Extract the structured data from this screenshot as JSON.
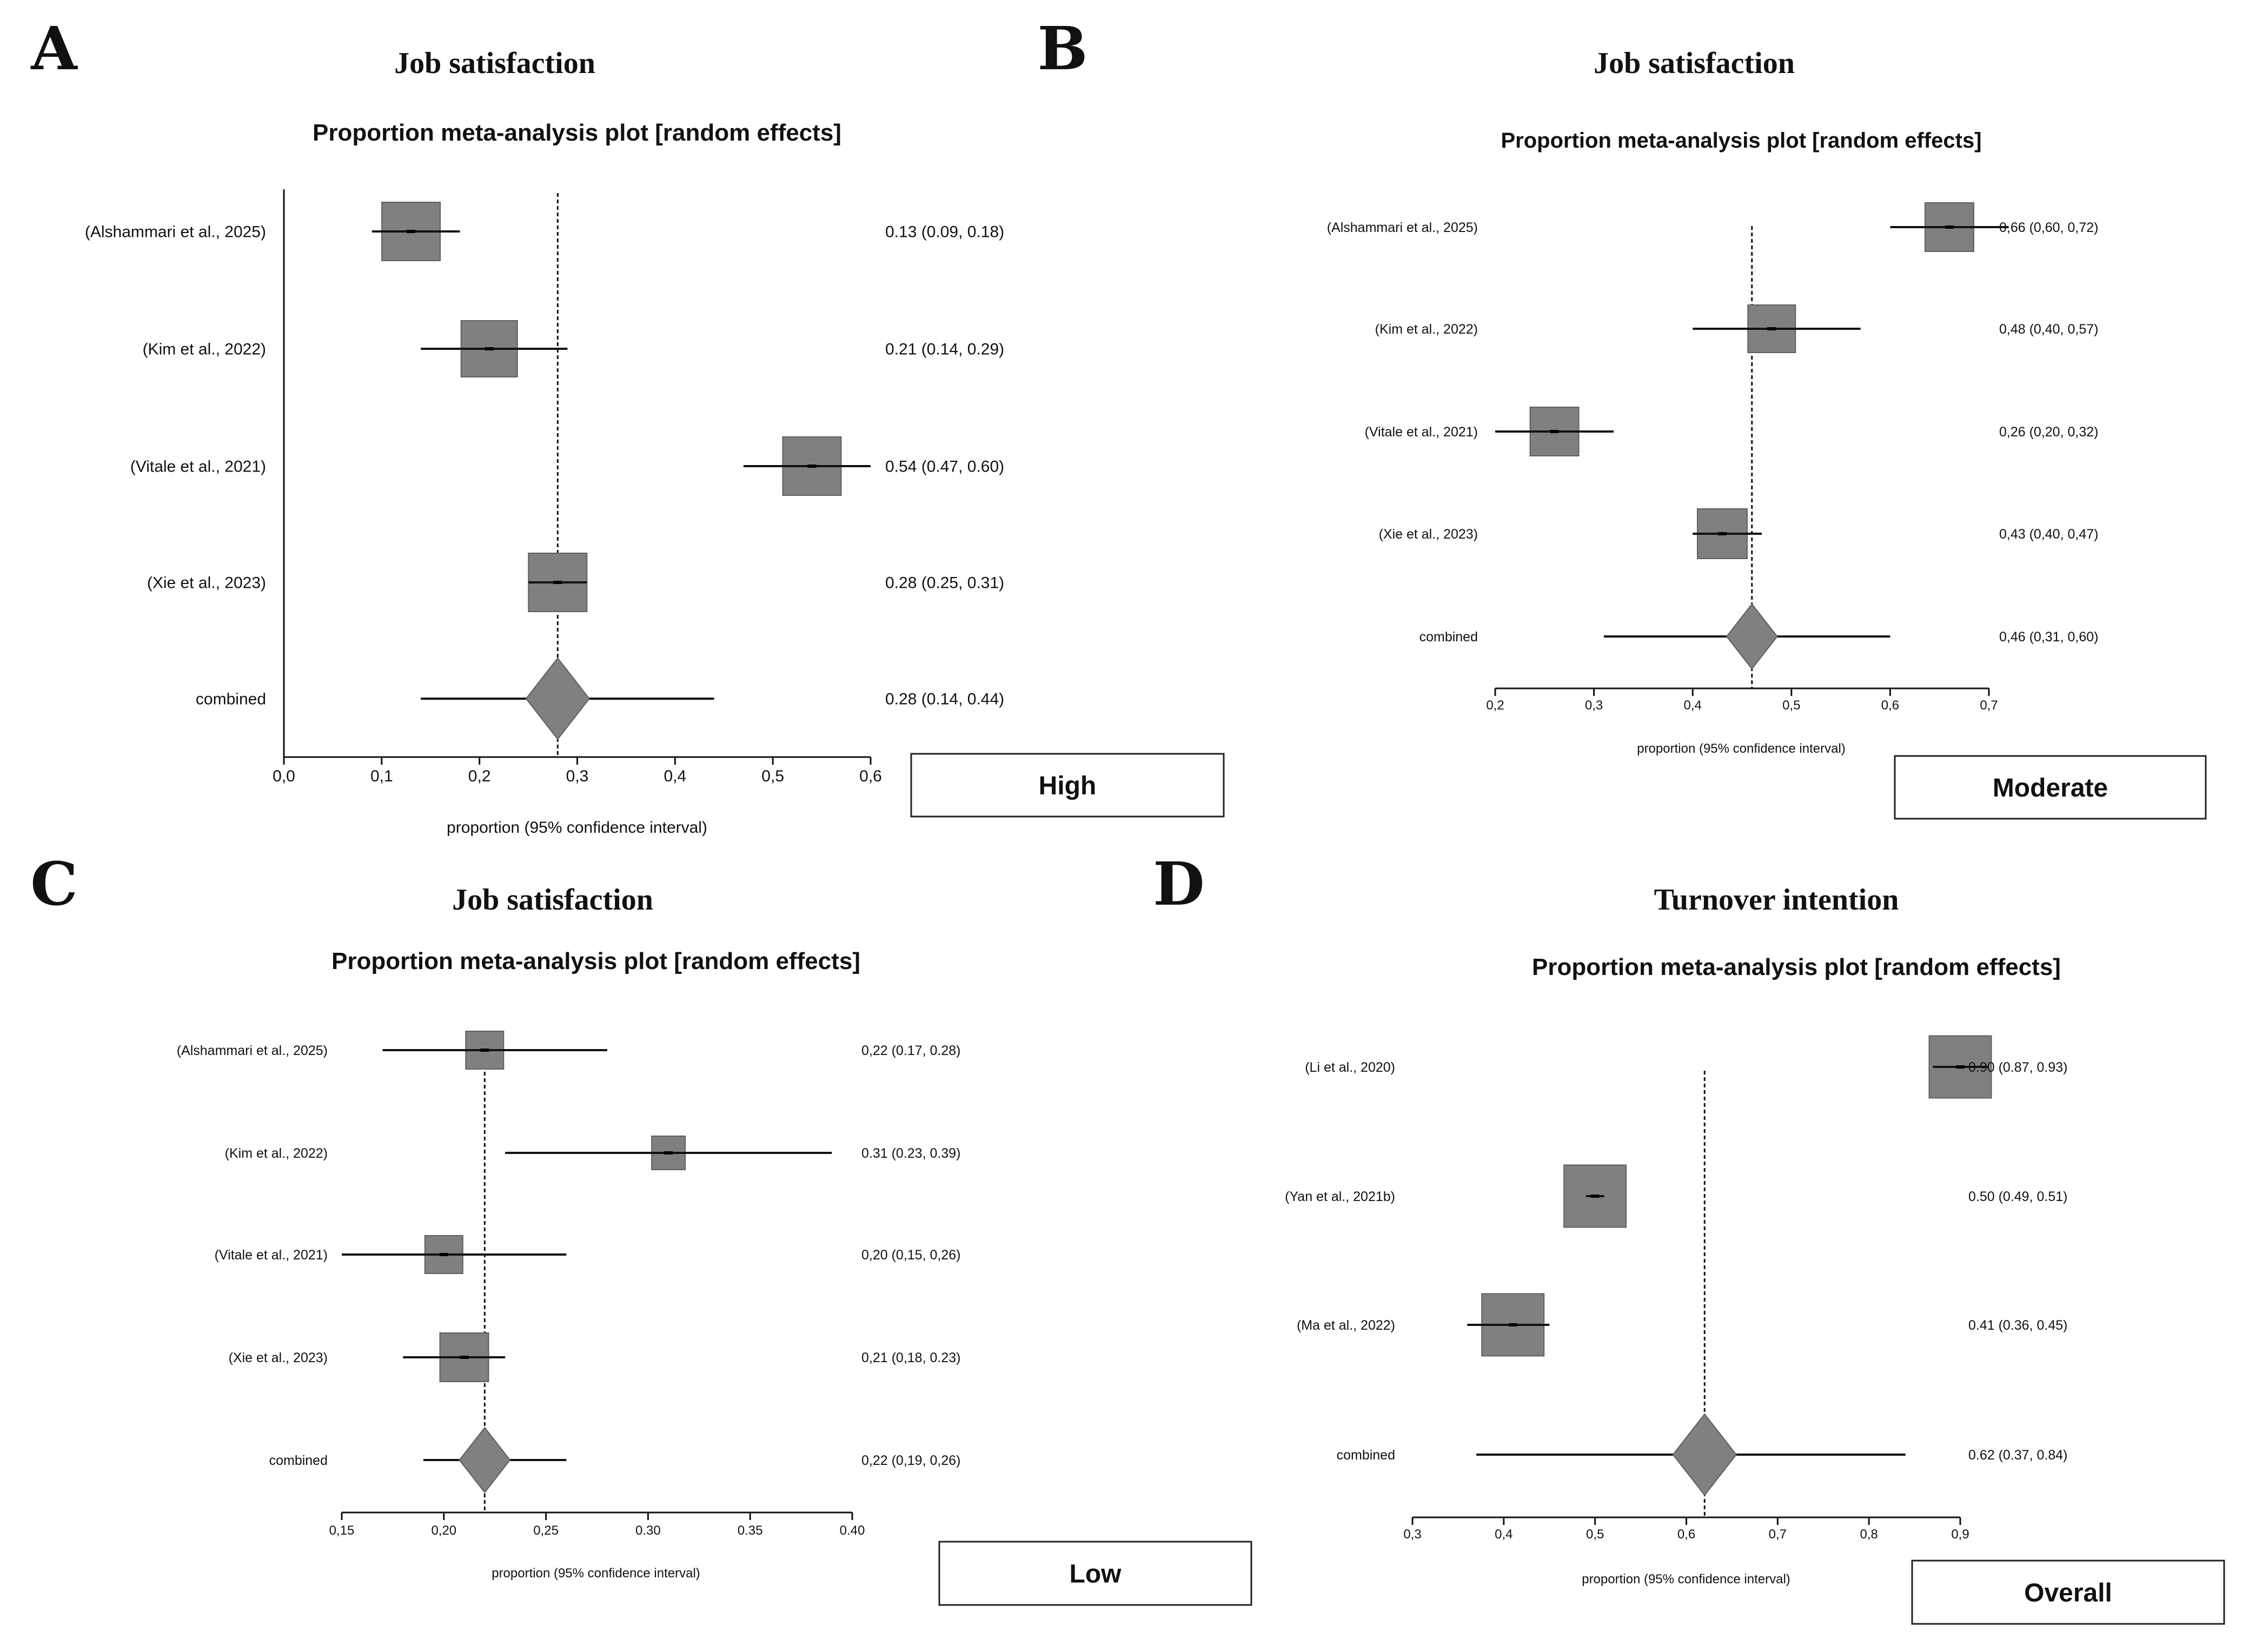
{
  "colors": {
    "marker_fill": "#808080",
    "marker_stroke": "#5f5f5f",
    "line": "#111111",
    "background": "#ffffff"
  },
  "chart_data": [
    {
      "panel": "A",
      "type": "forest",
      "title": "Job satisfaction",
      "subtitle": "Proportion meta-analysis plot [random effects]",
      "xlabel": "proportion (95% confidence interval)",
      "xlim": [
        0,
        0.6
      ],
      "ticks": [
        0,
        0.1,
        0.2,
        0.3,
        0.4,
        0.5,
        0.6
      ],
      "tick_labels": [
        "0,0",
        "0,1",
        "0,2",
        "0,3",
        "0,4",
        "0,5",
        "0,6"
      ],
      "category": "High",
      "studies": [
        {
          "label": "(Alshammari et al., 2025)",
          "estimate": 0.13,
          "lower": 0.09,
          "upper": 0.18,
          "text": "0.13 (0.09, 0.18)"
        },
        {
          "label": "(Kim et al., 2022)",
          "estimate": 0.21,
          "lower": 0.14,
          "upper": 0.29,
          "text": "0.21 (0.14, 0.29)"
        },
        {
          "label": "(Vitale et al., 2021)",
          "estimate": 0.54,
          "lower": 0.47,
          "upper": 0.6,
          "text": "0.54 (0.47, 0.60)"
        },
        {
          "label": "(Xie et al., 2023)",
          "estimate": 0.28,
          "lower": 0.25,
          "upper": 0.31,
          "text": "0.28 (0.25, 0.31)"
        }
      ],
      "combined": {
        "label": "combined",
        "estimate": 0.28,
        "lower": 0.14,
        "upper": 0.44,
        "text": "0.28 (0.14, 0.44)"
      }
    },
    {
      "panel": "B",
      "type": "forest",
      "title": "Job satisfaction",
      "subtitle": "Proportion meta-analysis plot [random effects]",
      "xlabel": "proportion (95% confidence interval)",
      "xlim": [
        0.2,
        0.7
      ],
      "ticks": [
        0.2,
        0.3,
        0.4,
        0.5,
        0.6,
        0.7
      ],
      "tick_labels": [
        "0,2",
        "0,3",
        "0,4",
        "0,5",
        "0,6",
        "0,7"
      ],
      "category": "Moderate",
      "studies": [
        {
          "label": "(Alshammari et al., 2025)",
          "estimate": 0.66,
          "lower": 0.6,
          "upper": 0.72,
          "text": "0,66 (0,60, 0,72)"
        },
        {
          "label": "(Kim et al., 2022)",
          "estimate": 0.48,
          "lower": 0.4,
          "upper": 0.57,
          "text": "0,48 (0,40, 0,57)"
        },
        {
          "label": "(Vitale et al., 2021)",
          "estimate": 0.26,
          "lower": 0.2,
          "upper": 0.32,
          "text": "0,26 (0,20, 0,32)"
        },
        {
          "label": "(Xie et al., 2023)",
          "estimate": 0.43,
          "lower": 0.4,
          "upper": 0.47,
          "text": "0,43 (0,40, 0,47)"
        }
      ],
      "combined": {
        "label": "combined",
        "estimate": 0.46,
        "lower": 0.31,
        "upper": 0.6,
        "text": "0,46 (0,31, 0,60)"
      }
    },
    {
      "panel": "C",
      "type": "forest",
      "title": "Job satisfaction",
      "subtitle": "Proportion meta-analysis plot [random effects]",
      "xlabel": "proportion (95% confidence interval)",
      "xlim": [
        0.15,
        0.4
      ],
      "ticks": [
        0.15,
        0.2,
        0.25,
        0.3,
        0.35,
        0.4
      ],
      "tick_labels": [
        "0,15",
        "0,20",
        "0,25",
        "0.30",
        "0.35",
        "0.40"
      ],
      "category": "Low",
      "studies": [
        {
          "label": "(Alshammari et al., 2025)",
          "estimate": 0.22,
          "lower": 0.17,
          "upper": 0.28,
          "text": "0,22 (0.17, 0.28)"
        },
        {
          "label": "(Kim et al., 2022)",
          "estimate": 0.31,
          "lower": 0.23,
          "upper": 0.39,
          "text": "0.31 (0.23, 0.39)"
        },
        {
          "label": "(Vitale et al., 2021)",
          "estimate": 0.2,
          "lower": 0.15,
          "upper": 0.26,
          "text": "0,20 (0,15, 0,26)"
        },
        {
          "label": "(Xie et al., 2023)",
          "estimate": 0.21,
          "lower": 0.18,
          "upper": 0.23,
          "text": "0,21 (0,18, 0.23)"
        }
      ],
      "combined": {
        "label": "combined",
        "estimate": 0.22,
        "lower": 0.19,
        "upper": 0.26,
        "text": "0,22 (0,19, 0,26)"
      }
    },
    {
      "panel": "D",
      "type": "forest",
      "title": "Turnover intention",
      "subtitle": "Proportion meta-analysis plot [random effects]",
      "xlabel": "proportion (95% confidence interval)",
      "xlim": [
        0.3,
        0.9
      ],
      "ticks": [
        0.3,
        0.4,
        0.5,
        0.6,
        0.7,
        0.8,
        0.9
      ],
      "tick_labels": [
        "0,3",
        "0,4",
        "0,5",
        "0,6",
        "0,7",
        "0,8",
        "0,9"
      ],
      "category": "Overall",
      "studies": [
        {
          "label": "(Li et al., 2020)",
          "estimate": 0.9,
          "lower": 0.87,
          "upper": 0.93,
          "text": "0.90 (0.87, 0.93)"
        },
        {
          "label": "(Yan et al., 2021b)",
          "estimate": 0.5,
          "lower": 0.49,
          "upper": 0.51,
          "text": "0.50 (0.49, 0.51)"
        },
        {
          "label": "(Ma et al., 2022)",
          "estimate": 0.41,
          "lower": 0.36,
          "upper": 0.45,
          "text": "0.41 (0.36, 0.45)"
        }
      ],
      "combined": {
        "label": "combined",
        "estimate": 0.62,
        "lower": 0.37,
        "upper": 0.84,
        "text": "0.62 (0.37, 0.84)"
      }
    }
  ]
}
